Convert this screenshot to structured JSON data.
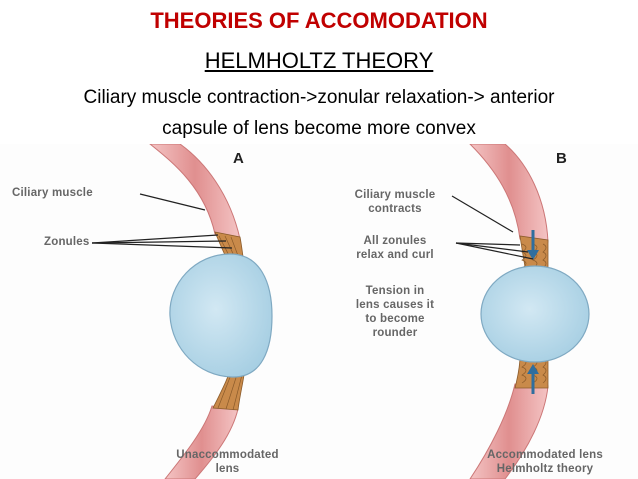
{
  "slide": {
    "title": "THEORIES OF ACCOMODATION",
    "subtitle": "HELMHOLTZ THEORY",
    "caption_line1": "Ciliary muscle contraction->zonular relaxation-> anterior",
    "caption_line2": "capsule of lens become more convex"
  },
  "figure": {
    "panel_a": {
      "letter": "A",
      "label_ciliary": "Ciliary muscle",
      "label_zonules": "Zonules",
      "label_bottom_1": "Unaccommodated",
      "label_bottom_2": "lens"
    },
    "panel_b": {
      "letter": "B",
      "label_ciliary_1": "Ciliary muscle",
      "label_ciliary_2": "contracts",
      "label_zonules_1": "All zonules",
      "label_zonules_2": "relax and curl",
      "label_tension_1": "Tension in",
      "label_tension_2": "lens causes it",
      "label_tension_3": "to become",
      "label_tension_4": "rounder",
      "label_bottom_1": "Accommodated lens",
      "label_bottom_2": "Helmholtz theory"
    },
    "colors": {
      "muscle": "#e8a0a0",
      "zonule": "#c98a4a",
      "lens": "#b9d9ea",
      "arrow": "#2f6e9e"
    }
  }
}
